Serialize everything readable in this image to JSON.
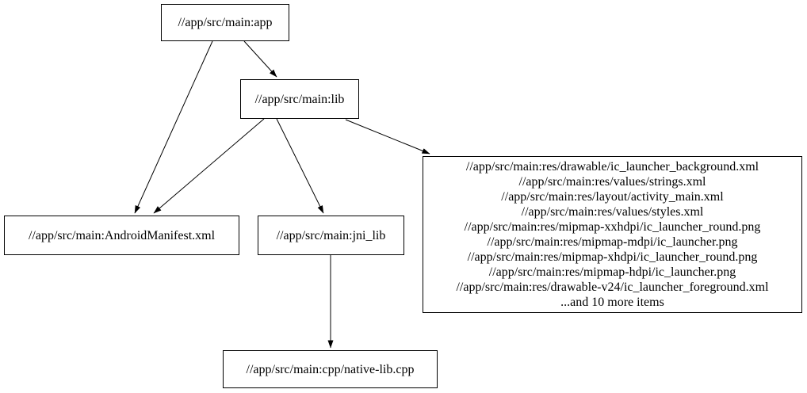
{
  "diagram": {
    "type": "directed-dependency-graph",
    "background_color": "#ffffff",
    "node_border_color": "#000000",
    "edge_color": "#000000",
    "nodes": {
      "app": {
        "label": "//app/src/main:app"
      },
      "lib": {
        "label": "//app/src/main:lib"
      },
      "manifest": {
        "label": "//app/src/main:AndroidManifest.xml"
      },
      "jni_lib": {
        "label": "//app/src/main:jni_lib"
      },
      "native_lib": {
        "label": "//app/src/main:cpp/native-lib.cpp"
      },
      "resources": {
        "lines": [
          "//app/src/main:res/drawable/ic_launcher_background.xml",
          "//app/src/main:res/values/strings.xml",
          "//app/src/main:res/layout/activity_main.xml",
          "//app/src/main:res/values/styles.xml",
          "//app/src/main:res/mipmap-xxhdpi/ic_launcher_round.png",
          "//app/src/main:res/mipmap-mdpi/ic_launcher.png",
          "//app/src/main:res/mipmap-xhdpi/ic_launcher_round.png",
          "//app/src/main:res/mipmap-hdpi/ic_launcher.png",
          "//app/src/main:res/drawable-v24/ic_launcher_foreground.xml",
          "...and 10 more items"
        ]
      }
    },
    "edges": [
      {
        "from": "//app/src/main:app",
        "to": "//app/src/main:AndroidManifest.xml"
      },
      {
        "from": "//app/src/main:app",
        "to": "//app/src/main:lib"
      },
      {
        "from": "//app/src/main:lib",
        "to": "//app/src/main:AndroidManifest.xml"
      },
      {
        "from": "//app/src/main:lib",
        "to": "//app/src/main:jni_lib"
      },
      {
        "from": "//app/src/main:lib",
        "to": "resources-file-group"
      },
      {
        "from": "//app/src/main:jni_lib",
        "to": "//app/src/main:cpp/native-lib.cpp"
      }
    ]
  }
}
